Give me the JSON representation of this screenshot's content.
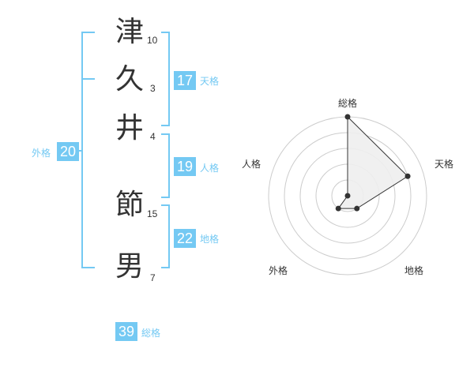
{
  "name": {
    "chars": [
      {
        "char": "津",
        "strokes": "10"
      },
      {
        "char": "久",
        "strokes": "3"
      },
      {
        "char": "井",
        "strokes": "4"
      },
      {
        "char": "節",
        "strokes": "15"
      },
      {
        "char": "男",
        "strokes": "7"
      }
    ]
  },
  "kakaku": {
    "tenkaku": {
      "value": "17",
      "label": "天格"
    },
    "jinkaku": {
      "value": "19",
      "label": "人格"
    },
    "chikaku": {
      "value": "22",
      "label": "地格"
    },
    "gaikaku": {
      "value": "20",
      "label": "外格"
    },
    "soukaku": {
      "value": "39",
      "label": "総格"
    }
  },
  "colors": {
    "accent": "#74c9f3",
    "text": "#333333",
    "grid": "#cccccc",
    "fill": "#eeeeee"
  },
  "chart_data": {
    "type": "radar",
    "axes": [
      "総格",
      "天格",
      "地格",
      "外格",
      "人格"
    ],
    "levels": 5,
    "max": 5,
    "values": [
      5,
      4,
      1,
      1,
      0
    ]
  }
}
